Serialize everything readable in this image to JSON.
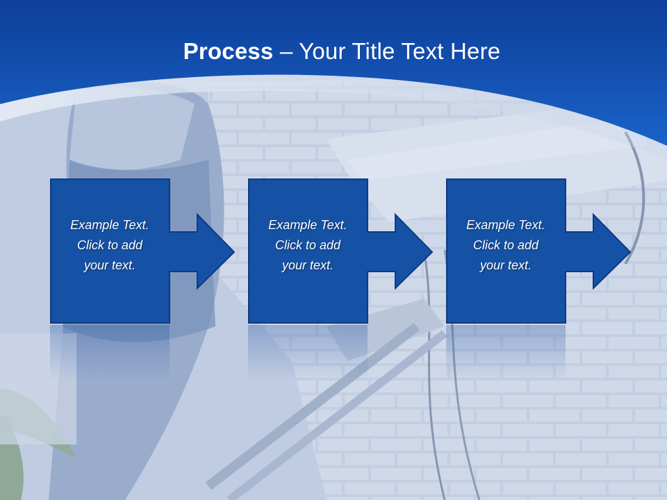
{
  "slide": {
    "title_bold": "Process",
    "title_rest": " – Your Title Text Here"
  },
  "steps": [
    {
      "line1": "Example Text.",
      "line2": "Click  to add",
      "line3": "your text."
    },
    {
      "line1": "Example Text.",
      "line2": "Click  to add",
      "line3": "your text."
    },
    {
      "line1": "Example Text.",
      "line2": "Click  to add",
      "line3": "your text."
    }
  ],
  "colors": {
    "header_top": "#0d3f99",
    "header_mid": "#1a5dc4",
    "box_fill": "#1552a6",
    "box_stroke": "#0e3a80",
    "background_tint": "#c6d1e4"
  }
}
